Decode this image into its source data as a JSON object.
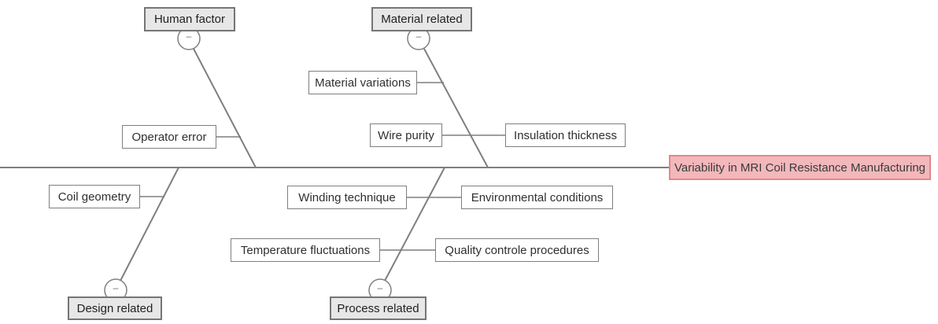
{
  "diagram": {
    "type": "fishbone",
    "effect": {
      "label": "Variability in MRI Coil Resistance Manufacturing"
    },
    "branches": [
      {
        "category": "Human factor",
        "position": "top",
        "causes": [
          "Operator error"
        ]
      },
      {
        "category": "Material related",
        "position": "top",
        "causes": [
          "Material variations",
          "Wire purity",
          "Insulation thickness"
        ]
      },
      {
        "category": "Design related",
        "position": "bottom",
        "causes": [
          "Coil geometry"
        ]
      },
      {
        "category": "Process related",
        "position": "bottom",
        "causes": [
          "Winding technique",
          "Environmental conditions",
          "Temperature fluctuations",
          "Quality controle procedures"
        ]
      }
    ],
    "collapse_glyph": "–",
    "colors": {
      "line": "#7f7f7f",
      "category_fill": "#e7e7e7",
      "category_border": "#757575",
      "cause_fill": "#ffffff",
      "cause_border": "#7f7f7f",
      "effect_fill": "#f2b8bb",
      "effect_border": "#e2878c",
      "text": "#2f2f2f"
    }
  }
}
